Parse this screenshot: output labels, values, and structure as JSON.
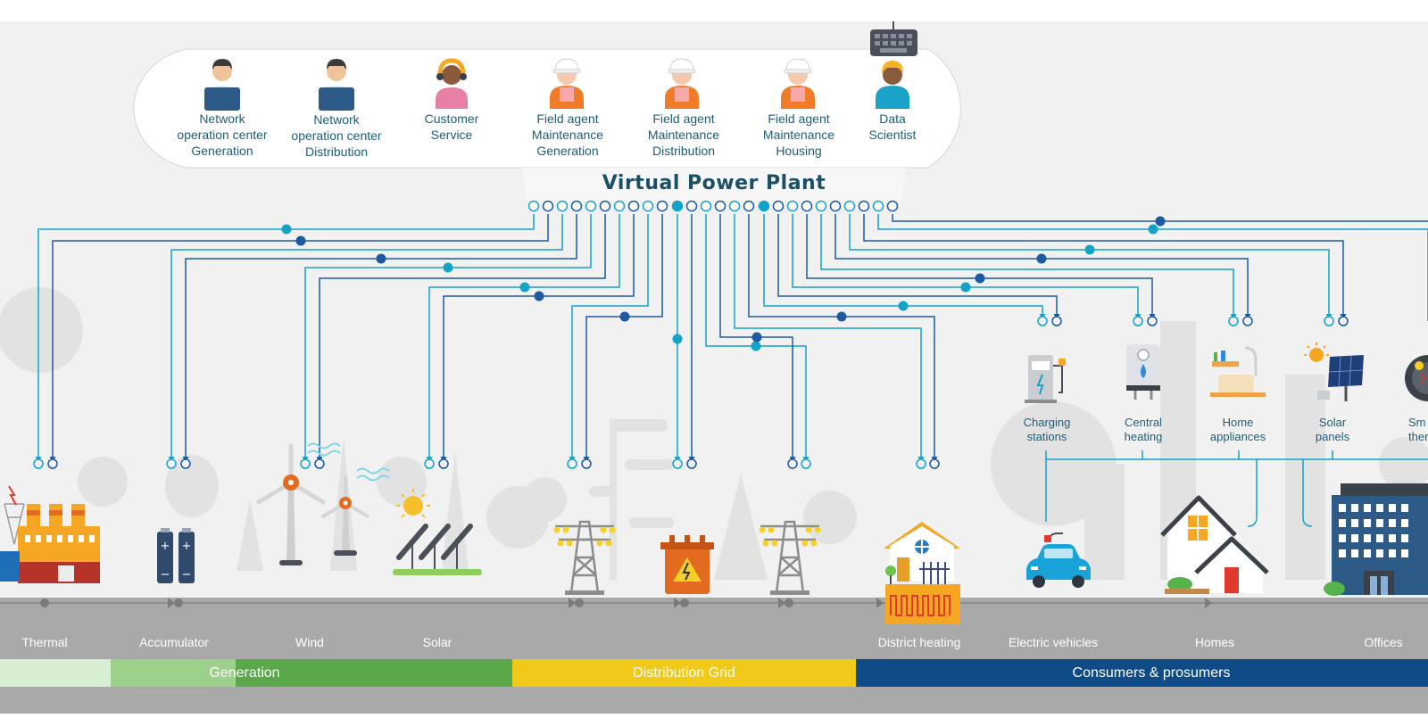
{
  "title": "Virtual Power Plant",
  "roles": [
    {
      "label": "Network\noperation center\nGeneration",
      "icon": "operator-laptop-icon"
    },
    {
      "label": "Network\noperation center\nDistribution",
      "icon": "operator-laptop-icon"
    },
    {
      "label": "Customer\nService",
      "icon": "headset-agent-icon"
    },
    {
      "label": "Field agent\nMaintenance\nGeneration",
      "icon": "hardhat-worker-icon"
    },
    {
      "label": "Field agent\nMaintenance\nDistribution",
      "icon": "hardhat-worker-icon"
    },
    {
      "label": "Field agent\nMaintenance\nHousing",
      "icon": "hardhat-worker-icon"
    },
    {
      "label": "Data\nScientist",
      "icon": "data-scientist-icon"
    }
  ],
  "devices": [
    {
      "label": "Charging\nstations",
      "icon": "charging-station-icon"
    },
    {
      "label": "Central\nheating",
      "icon": "boiler-icon"
    },
    {
      "label": "Home\nappliances",
      "icon": "appliances-icon"
    },
    {
      "label": "Solar\npanels",
      "icon": "solar-panel-icon"
    },
    {
      "label": "Sm\ntherm",
      "icon": "thermostat-icon"
    }
  ],
  "ground_labels": [
    "Thermal",
    "Accumulator",
    "Wind",
    "Solar",
    "District heating",
    "Electric vehicles",
    "Homes",
    "Offices"
  ],
  "bands": [
    "Generation",
    "Distribution Grid",
    "Consumers & prosumers"
  ],
  "colors": {
    "line_light": "#14a3c7",
    "line_dark": "#1b5aa0",
    "generation": "#5aa84a",
    "generation_light": "#9bd18a",
    "generation_pale": "#d8eed2",
    "distribution": "#f1c919",
    "consumers": "#0f4c87",
    "ground": "#a9a9a9",
    "background": "#f1f1f1"
  }
}
